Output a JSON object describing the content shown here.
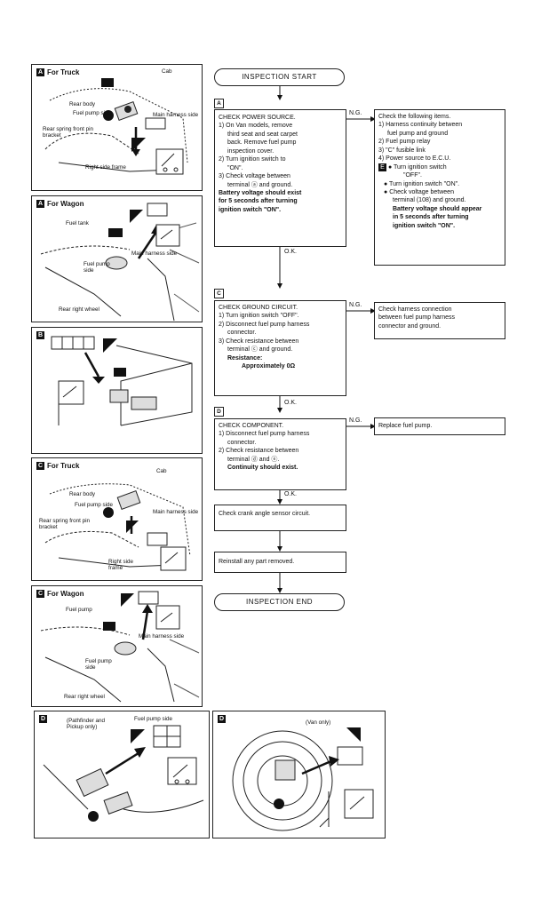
{
  "left_panels": {
    "a_truck": {
      "tag": "A",
      "title": "For Truck",
      "labels": [
        "Cab",
        "Rear body",
        "Fuel pump side",
        "Main harness side",
        "Rear spring front pin bracket",
        "Right side frame"
      ]
    },
    "a_wagon": {
      "tag": "A",
      "title": "For Wagon",
      "labels": [
        "Fuel tank",
        "Fuel pump side",
        "Main harness side",
        "Rear right wheel"
      ]
    },
    "b": {
      "tag": "B"
    },
    "c_truck": {
      "tag": "C",
      "title": "For Truck",
      "labels": [
        "Cab",
        "Rear body",
        "Fuel pump side",
        "Main harness side",
        "Rear spring front pin bracket",
        "Right side frame"
      ]
    },
    "c_wagon": {
      "tag": "C",
      "title": "For Wagon",
      "labels": [
        "Fuel pump",
        "Main harness side",
        "Fuel pump side",
        "Rear right wheel"
      ]
    },
    "d1": {
      "tag": "D",
      "labels": [
        "(Pathfinder and Pickup only)",
        "Fuel pump side"
      ]
    },
    "d2": {
      "tag": "D",
      "labels": [
        "(Van only)"
      ]
    }
  },
  "flow": {
    "start": "INSPECTION START",
    "end": "INSPECTION END",
    "ok": "O.K.",
    "ng": "N.G.",
    "step_a": {
      "tag": "A",
      "title": "CHECK POWER SOURCE.",
      "lines": [
        "1) On Van models, remove",
        "third seat and seat carpet",
        "back. Remove fuel pump",
        "inspection cover.",
        "2) Turn ignition switch to",
        "\"ON\".",
        "3) Check voltage between",
        "terminal ⓐ and ground."
      ],
      "bold": [
        "Battery voltage should exist",
        "for 5 seconds after turning",
        "ignition switch \"ON\"."
      ]
    },
    "ng_a": {
      "lines": [
        "Check the following items.",
        "1) Harness continuity between",
        "fuel pump and ground",
        "2) Fuel pump relay",
        "3) \"C\" fusible link",
        "4) Power source to E.C.U."
      ],
      "sub": [
        "Turn ignition switch",
        "\"OFF\".",
        "Turn ignition switch \"ON\".",
        "Check voltage between",
        "terminal (108) and ground."
      ],
      "sub_tag": "E",
      "bold": [
        "Battery voltage should appear",
        "in 5 seconds after turning",
        "ignition switch \"ON\"."
      ]
    },
    "step_c": {
      "tag": "C",
      "title": "CHECK GROUND CIRCUIT.",
      "lines": [
        "1) Turn ignition switch \"OFF\".",
        "2) Disconnect fuel pump harness",
        "connector.",
        "3) Check resistance between",
        "terminal ⓒ and ground."
      ],
      "bold": [
        "Resistance:",
        "Approximately 0Ω"
      ]
    },
    "ng_c": {
      "lines": [
        "Check harness connection",
        "between fuel pump harness",
        "connector and ground."
      ]
    },
    "step_d": {
      "tag": "D",
      "title": "CHECK COMPONENT.",
      "lines": [
        "1) Disconnect fuel pump harness",
        "connector.",
        "2) Check resistance between",
        "terminal ⓓ and ⓔ."
      ],
      "bold": [
        "Continuity should exist."
      ]
    },
    "ng_d": {
      "text": "Replace fuel pump."
    },
    "crank": "Check crank angle sensor circuit.",
    "reinstall": "Reinstall any part removed."
  },
  "colors": {
    "ink": "#111111",
    "paper": "#ffffff"
  }
}
